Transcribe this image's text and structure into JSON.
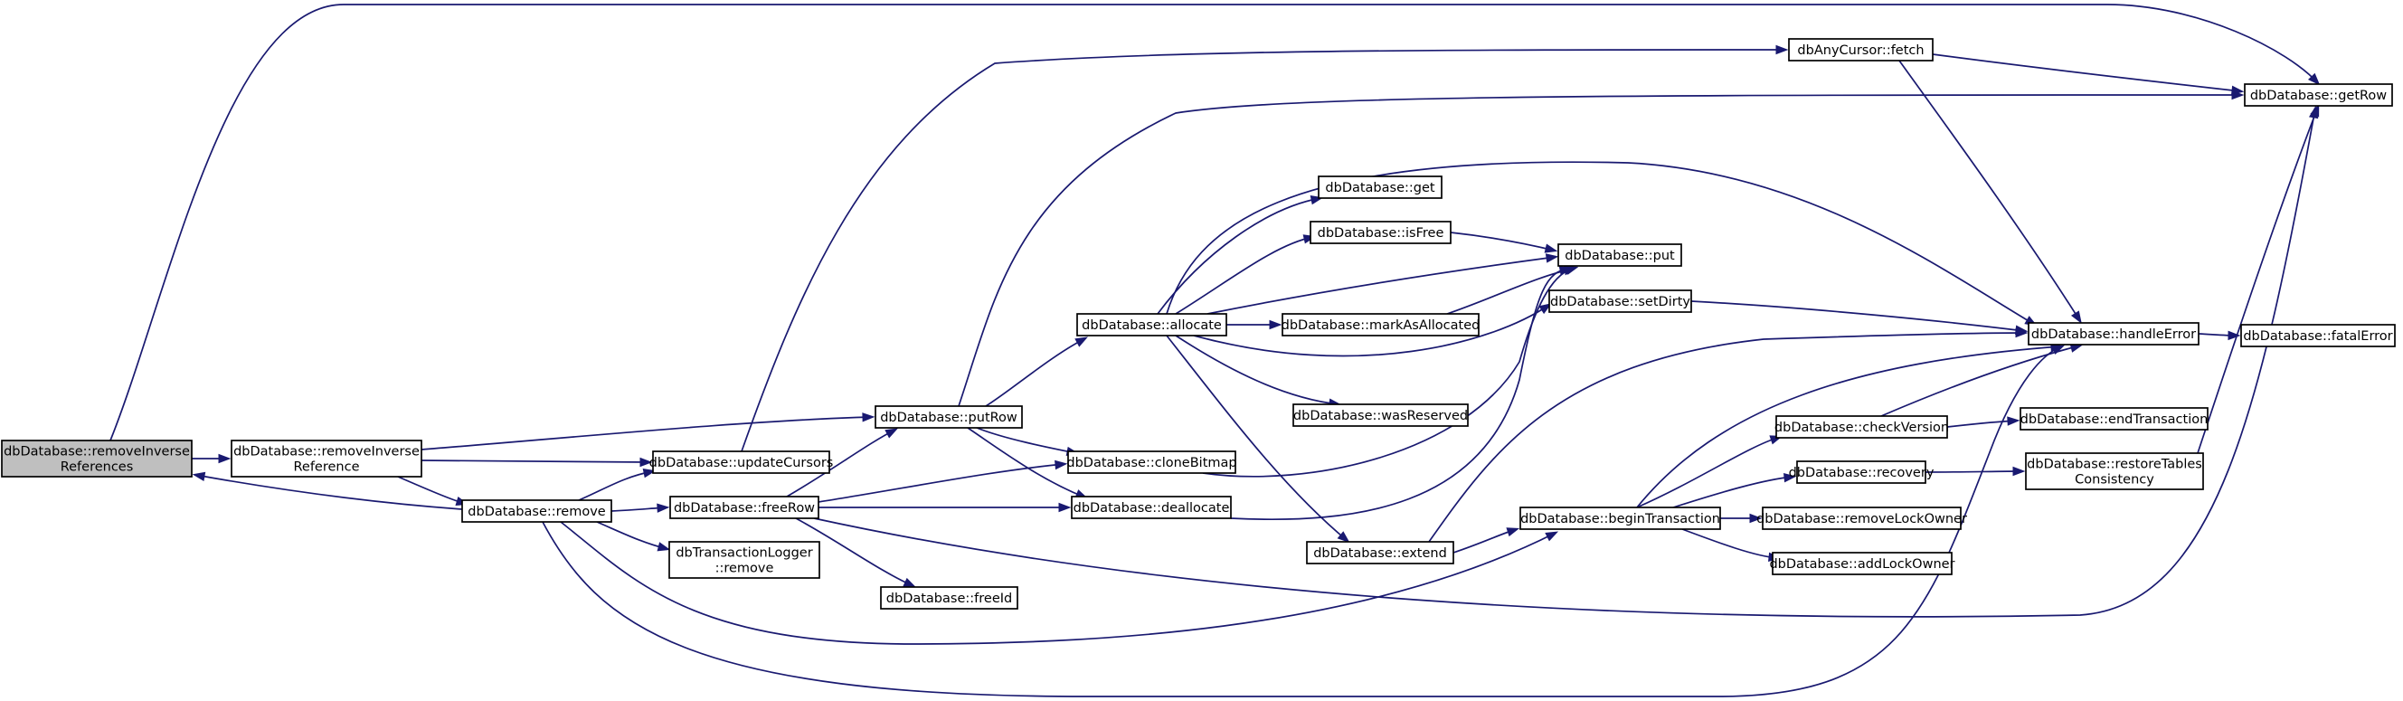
{
  "graph": {
    "edge_color": "#191970",
    "root_fill": "#bfbfbf",
    "nodes": [
      {
        "id": "n_rir",
        "lines": [
          "dbDatabase::removeInverse",
          "References"
        ],
        "root": true
      },
      {
        "id": "n_rir1",
        "lines": [
          "dbDatabase::removeInverse",
          "Reference"
        ]
      },
      {
        "id": "n_remove",
        "lines": [
          "dbDatabase::remove"
        ]
      },
      {
        "id": "n_putrow",
        "lines": [
          "dbDatabase::putRow"
        ]
      },
      {
        "id": "n_updcur",
        "lines": [
          "dbDatabase::updateCursors"
        ]
      },
      {
        "id": "n_freerow",
        "lines": [
          "dbDatabase::freeRow"
        ]
      },
      {
        "id": "n_tlremove",
        "lines": [
          "dbTransactionLogger",
          "::remove"
        ]
      },
      {
        "id": "n_freeid",
        "lines": [
          "dbDatabase::freeId"
        ]
      },
      {
        "id": "n_allocate",
        "lines": [
          "dbDatabase::allocate"
        ]
      },
      {
        "id": "n_clonebm",
        "lines": [
          "dbDatabase::cloneBitmap"
        ]
      },
      {
        "id": "n_dealloc",
        "lines": [
          "dbDatabase::deallocate"
        ]
      },
      {
        "id": "n_get",
        "lines": [
          "dbDatabase::get"
        ]
      },
      {
        "id": "n_isfree",
        "lines": [
          "dbDatabase::isFree"
        ]
      },
      {
        "id": "n_markalloc",
        "lines": [
          "dbDatabase::markAsAllocated"
        ]
      },
      {
        "id": "n_wasres",
        "lines": [
          "dbDatabase::wasReserved"
        ]
      },
      {
        "id": "n_extend",
        "lines": [
          "dbDatabase::extend"
        ]
      },
      {
        "id": "n_put",
        "lines": [
          "dbDatabase::put"
        ]
      },
      {
        "id": "n_setdirty",
        "lines": [
          "dbDatabase::setDirty"
        ]
      },
      {
        "id": "n_begintx",
        "lines": [
          "dbDatabase::beginTransaction"
        ]
      },
      {
        "id": "n_fetch",
        "lines": [
          "dbAnyCursor::fetch"
        ]
      },
      {
        "id": "n_checkver",
        "lines": [
          "dbDatabase::checkVersion"
        ]
      },
      {
        "id": "n_recovery",
        "lines": [
          "dbDatabase::recovery"
        ]
      },
      {
        "id": "n_rmlock",
        "lines": [
          "dbDatabase::removeLockOwner"
        ]
      },
      {
        "id": "n_addlock",
        "lines": [
          "dbDatabase::addLockOwner"
        ]
      },
      {
        "id": "n_handleerr",
        "lines": [
          "dbDatabase::handleError"
        ]
      },
      {
        "id": "n_endtx",
        "lines": [
          "dbDatabase::endTransaction"
        ]
      },
      {
        "id": "n_restore",
        "lines": [
          "dbDatabase::restoreTables",
          "Consistency"
        ]
      },
      {
        "id": "n_getrow",
        "lines": [
          "dbDatabase::getRow"
        ]
      },
      {
        "id": "n_fatal",
        "lines": [
          "dbDatabase::fatalError"
        ]
      }
    ],
    "edges": [
      [
        "n_rir",
        "n_rir1"
      ],
      [
        "n_rir",
        "n_getrow"
      ],
      [
        "n_rir1",
        "n_putrow"
      ],
      [
        "n_rir1",
        "n_updcur"
      ],
      [
        "n_rir1",
        "n_remove"
      ],
      [
        "n_remove",
        "n_rir"
      ],
      [
        "n_remove",
        "n_updcur"
      ],
      [
        "n_remove",
        "n_freerow"
      ],
      [
        "n_remove",
        "n_tlremove"
      ],
      [
        "n_remove",
        "n_begintx"
      ],
      [
        "n_remove",
        "n_handleerr"
      ],
      [
        "n_putrow",
        "n_allocate"
      ],
      [
        "n_putrow",
        "n_clonebm"
      ],
      [
        "n_putrow",
        "n_dealloc"
      ],
      [
        "n_putrow",
        "n_getrow"
      ],
      [
        "n_updcur",
        "n_fetch"
      ],
      [
        "n_freerow",
        "n_putrow"
      ],
      [
        "n_freerow",
        "n_clonebm"
      ],
      [
        "n_freerow",
        "n_dealloc"
      ],
      [
        "n_freerow",
        "n_freeid"
      ],
      [
        "n_freerow",
        "n_getrow"
      ],
      [
        "n_allocate",
        "n_get"
      ],
      [
        "n_allocate",
        "n_isfree"
      ],
      [
        "n_allocate",
        "n_put"
      ],
      [
        "n_allocate",
        "n_markalloc"
      ],
      [
        "n_allocate",
        "n_setdirty"
      ],
      [
        "n_allocate",
        "n_wasres"
      ],
      [
        "n_allocate",
        "n_extend"
      ],
      [
        "n_allocate",
        "n_handleerr"
      ],
      [
        "n_clonebm",
        "n_put"
      ],
      [
        "n_dealloc",
        "n_put"
      ],
      [
        "n_isfree",
        "n_put"
      ],
      [
        "n_markalloc",
        "n_put"
      ],
      [
        "n_setdirty",
        "n_handleerr"
      ],
      [
        "n_extend",
        "n_begintx"
      ],
      [
        "n_extend",
        "n_handleerr"
      ],
      [
        "n_begintx",
        "n_checkver"
      ],
      [
        "n_begintx",
        "n_recovery"
      ],
      [
        "n_begintx",
        "n_rmlock"
      ],
      [
        "n_begintx",
        "n_addlock"
      ],
      [
        "n_begintx",
        "n_handleerr"
      ],
      [
        "n_fetch",
        "n_getrow"
      ],
      [
        "n_fetch",
        "n_handleerr"
      ],
      [
        "n_checkver",
        "n_handleerr"
      ],
      [
        "n_checkver",
        "n_endtx"
      ],
      [
        "n_recovery",
        "n_restore"
      ],
      [
        "n_restore",
        "n_getrow"
      ],
      [
        "n_handleerr",
        "n_fatal"
      ]
    ]
  }
}
